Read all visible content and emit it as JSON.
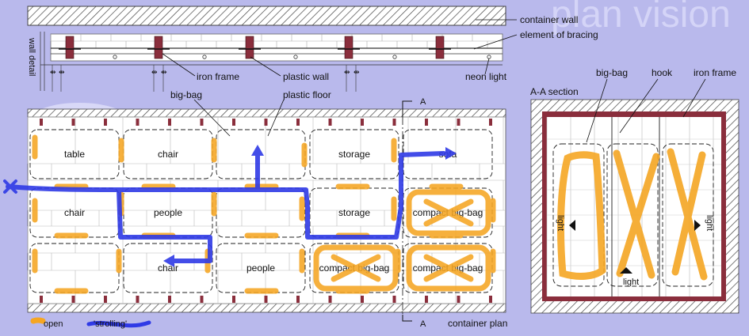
{
  "watermark": "plan vision",
  "wall_detail": {
    "side_label": "wall detail",
    "labels": {
      "container_wall": "container wall",
      "bracing": "element of bracing",
      "iron_frame": "iron frame",
      "plastic_wall": "plastic wall",
      "neon_light": "neon light"
    }
  },
  "plan": {
    "labels": {
      "big_bag": "big-bag",
      "plastic_floor": "plastic floor",
      "section_marker": "A",
      "container_plan": "container plan"
    },
    "cells": [
      {
        "row": 0,
        "col": 0,
        "label": "table"
      },
      {
        "row": 0,
        "col": 1,
        "label": "chair"
      },
      {
        "row": 0,
        "col": 2,
        "label": ""
      },
      {
        "row": 0,
        "col": 3,
        "label": "storage"
      },
      {
        "row": 0,
        "col": 4,
        "label": "sofa"
      },
      {
        "row": 1,
        "col": 0,
        "label": "chair"
      },
      {
        "row": 1,
        "col": 1,
        "label": "people"
      },
      {
        "row": 1,
        "col": 2,
        "label": ""
      },
      {
        "row": 1,
        "col": 3,
        "label": "storage"
      },
      {
        "row": 1,
        "col": 4,
        "label": "compact big-bag"
      },
      {
        "row": 2,
        "col": 0,
        "label": ""
      },
      {
        "row": 2,
        "col": 1,
        "label": "chair"
      },
      {
        "row": 2,
        "col": 2,
        "label": "people"
      },
      {
        "row": 2,
        "col": 3,
        "label": "compact big-bag"
      },
      {
        "row": 2,
        "col": 4,
        "label": "compact big-bag"
      }
    ]
  },
  "legend": {
    "open": "open",
    "strolling": "'strolling'",
    "open_color": "#f5a623",
    "strolling_color": "#2f3ae6"
  },
  "section": {
    "title": "A-A section",
    "labels": {
      "big_bag": "big-bag",
      "hook": "hook",
      "iron_frame": "iron frame",
      "light": "light"
    }
  },
  "colors": {
    "background": "#b9b9ec",
    "iron_frame": "#8a2e3c",
    "paper": "#ffffff"
  }
}
